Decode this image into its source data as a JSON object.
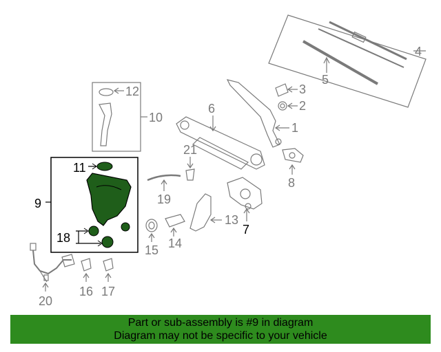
{
  "callouts": {
    "c1": "1",
    "c2": "2",
    "c3": "3",
    "c4": "4",
    "c5": "5",
    "c6": "6",
    "c7": "7",
    "c8": "8",
    "c9": "9",
    "c10": "10",
    "c11": "11",
    "c12": "12",
    "c13": "13",
    "c14": "14",
    "c15": "15",
    "c16": "16",
    "c17": "17",
    "c18": "18",
    "c19": "19",
    "c20": "20",
    "c21": "21"
  },
  "banner": {
    "line1": "Part or sub-assembly is #9 in diagram",
    "line2": "Diagram may not be specific to your vehicle",
    "color": "#2e8b1e"
  },
  "colors": {
    "line": "#7a7a7a",
    "highlight_fill": "#1f5e1a",
    "highlight_box": "#000000"
  }
}
